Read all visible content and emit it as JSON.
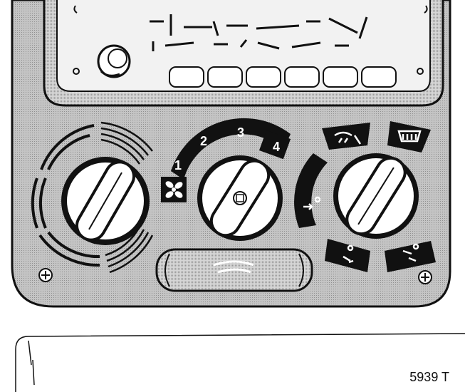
{
  "fan_speeds": [
    "1",
    "2",
    "3",
    "4"
  ],
  "reference_code": "5939 T",
  "icons": {
    "fan": "fan-icon",
    "recirculation": "recirculation-icon",
    "windscreen_demist": "windscreen-demist-icon",
    "rear_window_heater": "rear-window-heater-icon",
    "air_to_face": "air-to-face-icon",
    "air_to_feet": "air-to-feet-icon",
    "air_to_face_and_feet": "air-to-face-and-feet-icon",
    "air_to_feet_and_windscreen": "air-to-feet-and-windscreen-icon",
    "screw": "screw-icon",
    "radio_knob": "radio-knob-icon"
  },
  "colors": {
    "panel": "#b9b9b9",
    "ink": "#111111",
    "face": "#ffffff"
  }
}
